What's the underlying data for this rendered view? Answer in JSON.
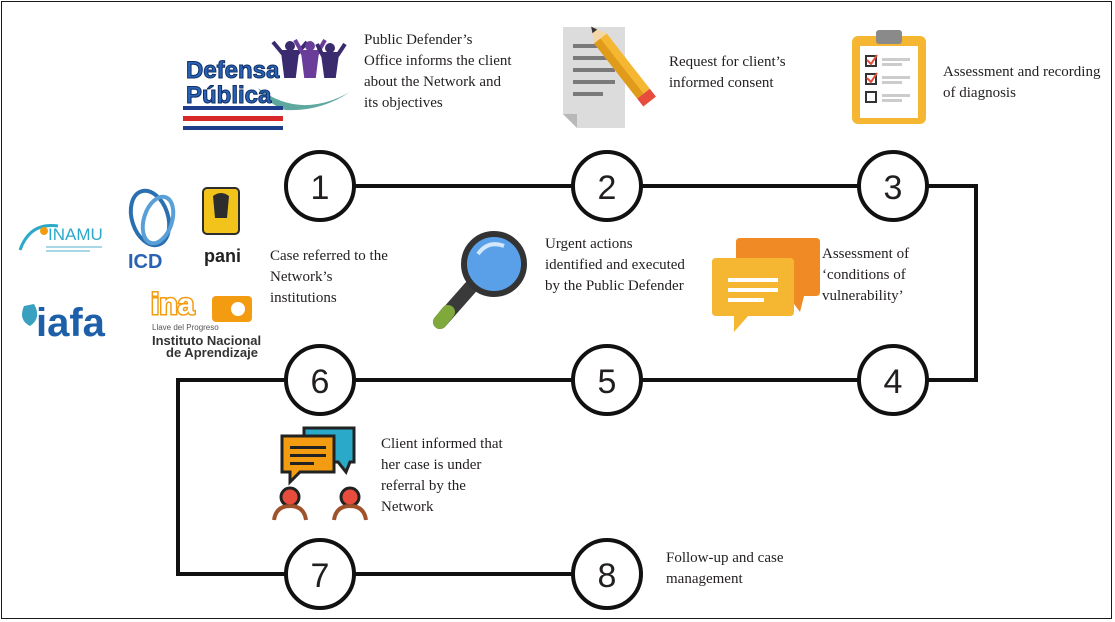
{
  "steps": [
    {
      "number": "1",
      "text": "Public Defender’s Office informs the client about the Network and its objectives"
    },
    {
      "number": "2",
      "text": "Request for client’s informed consent"
    },
    {
      "number": "3",
      "text": "Assessment and recording of diagnosis"
    },
    {
      "number": "4",
      "text": "Assessment of ‘conditions of vulnerability’"
    },
    {
      "number": "5",
      "text": "Urgent actions identified and executed by the Public Defender"
    },
    {
      "number": "6",
      "text": "Case referred to the Network’s institutions"
    },
    {
      "number": "7",
      "text": "Client informed that her case is under referral by the Network"
    },
    {
      "number": "8",
      "text": "Follow-up and case management"
    }
  ],
  "logos": {
    "defensa_line1": "Defensa",
    "defensa_line2": "Pública",
    "inamu": "INAMU",
    "icd": "ICD",
    "pani": "pani",
    "iafa": "iafa",
    "ina": "ina",
    "ina_tagline": "Llave del Progreso",
    "ina_name1": "Instituto Nacional",
    "ina_name2": "de Aprendizaje"
  },
  "colors": {
    "line": "#111111",
    "circle_stroke": "#111111",
    "text": "#231f20",
    "orange": "#f39c12",
    "blue": "#2a6fb0",
    "red": "#e74c3c",
    "yellow": "#f5b731"
  },
  "icons": [
    "hands-raised-icon",
    "document-pencil-icon",
    "clipboard-checklist-icon",
    "magnifying-glass-icon",
    "chat-bubbles-icon",
    "people-chat-icon"
  ]
}
